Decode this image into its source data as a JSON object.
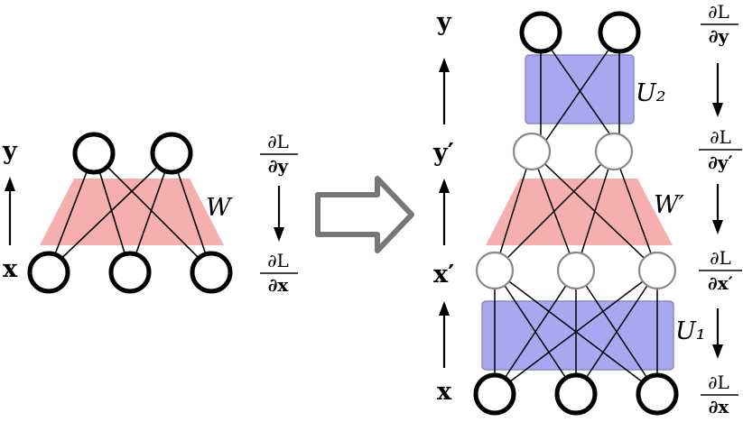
{
  "left_network": {
    "output_label": "y",
    "input_label": "x",
    "weight_label": "W",
    "grad_output": {
      "numerator": "∂L",
      "denominator": "∂y"
    },
    "grad_input": {
      "numerator": "∂L",
      "denominator": "∂x"
    }
  },
  "right_network": {
    "output_label": "y",
    "hidden_out_label": "y′",
    "hidden_in_label": "x′",
    "input_label": "x",
    "weight_label": "W′",
    "u1_label": "U₁",
    "u2_label": "U₂",
    "grad_output": {
      "numerator": "∂L",
      "denominator": "∂y"
    },
    "grad_hidden_out": {
      "numerator": "∂L",
      "denominator": "∂y′"
    },
    "grad_hidden_in": {
      "numerator": "∂L",
      "denominator": "∂x′"
    },
    "grad_input": {
      "numerator": "∂L",
      "denominator": "∂x"
    }
  },
  "colors": {
    "weight_fill": "#f4a6a6",
    "u_fill": "#a8a8f0",
    "u_stroke": "#8888cc",
    "edge": "#000000",
    "node_stroke": "#000000",
    "hidden_node_stroke": "#888888",
    "transform_arrow": "#777777"
  }
}
